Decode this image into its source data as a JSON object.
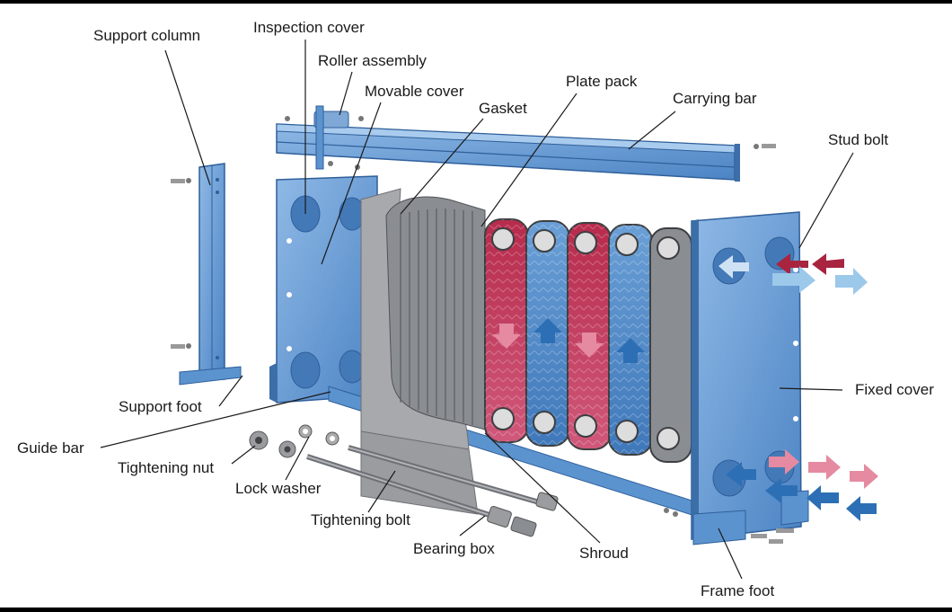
{
  "labels": {
    "support_column": "Support column",
    "inspection_cover": "Inspection cover",
    "roller_assembly": "Roller assembly",
    "movable_cover": "Movable cover",
    "gasket": "Gasket",
    "plate_pack": "Plate pack",
    "carrying_bar": "Carrying bar",
    "stud_bolt": "Stud bolt",
    "fixed_cover": "Fixed cover",
    "support_foot": "Support foot",
    "guide_bar": "Guide bar",
    "tightening_nut": "Tightening nut",
    "lock_washer": "Lock washer",
    "tightening_bolt": "Tightening bolt",
    "bearing_box": "Bearing box",
    "shroud": "Shroud",
    "frame_foot": "Frame foot"
  },
  "colors": {
    "steel_blue": "#5b93cf",
    "steel_blue_dark": "#2f5f9a",
    "steel_blue_light": "#9cc2ea",
    "hot_red": "#a8243f",
    "hot_pink": "#e58aa0",
    "cold_blue": "#2d6fb4",
    "cold_light": "#9cc8ea",
    "gray_plate": "#8a8d92",
    "shroud_gray": "#a7a9ad"
  }
}
